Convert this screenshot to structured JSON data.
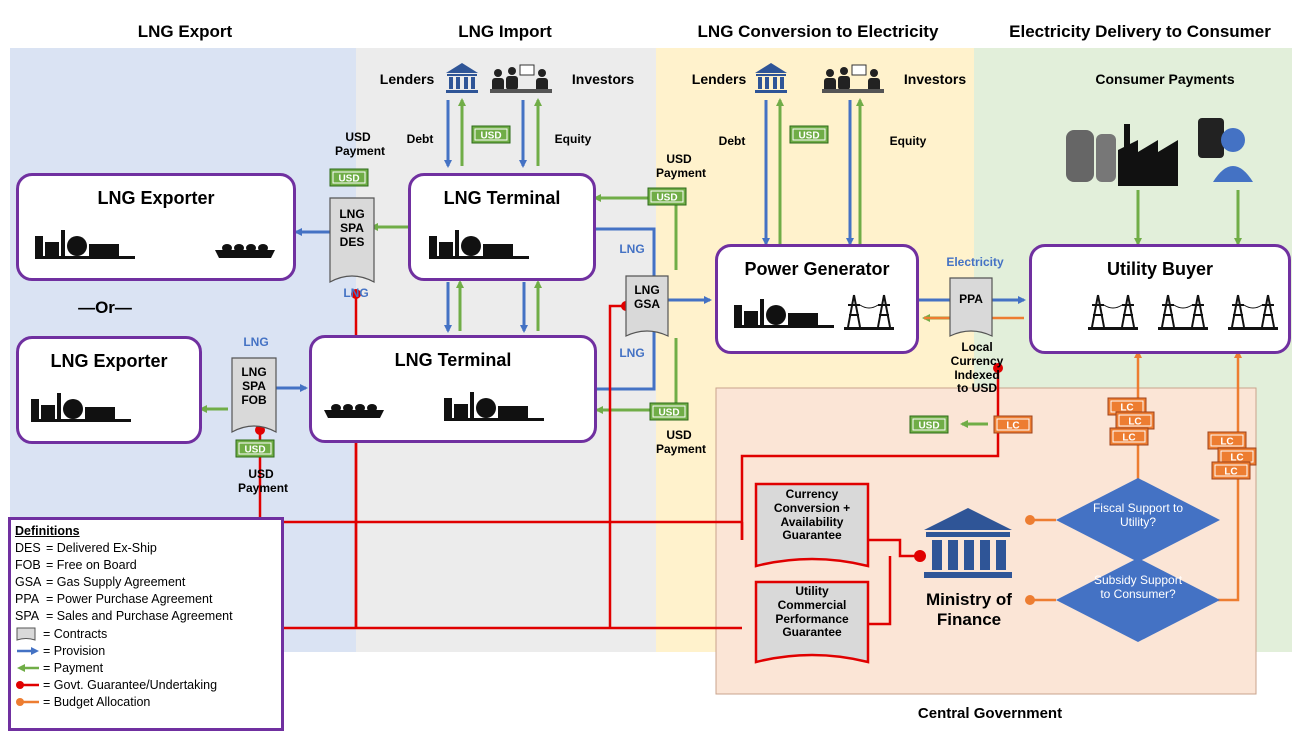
{
  "headers": {
    "export": "LNG Export",
    "import": "LNG Import",
    "conversion": "LNG Conversion to Electricity",
    "delivery": "Electricity Delivery to Consumer"
  },
  "entities": {
    "exporter_top": "LNG Exporter",
    "exporter_bottom": "LNG Exporter",
    "or": "—Or—",
    "terminal_top": "LNG Terminal",
    "terminal_bottom": "LNG Terminal",
    "power_generator": "Power Generator",
    "utility_buyer": "Utility Buyer",
    "ministry": "Ministry of Finance",
    "central_government": "Central Government",
    "consumer_payments": "Consumer Payments"
  },
  "financiers": {
    "lenders_1": "Lenders",
    "investors_1": "Investors",
    "lenders_2": "Lenders",
    "investors_2": "Investors",
    "debt": "Debt",
    "equity": "Equity"
  },
  "documents": {
    "spa_des": "LNG SPA DES",
    "spa_fob": "LNG SPA FOB",
    "gsa": "LNG GSA",
    "ppa": "PPA",
    "currency_guarantee": "Currency Conversion + Availability Guarantee",
    "performance_guarantee": "Utility Commercial Performance Guarantee"
  },
  "flow_labels": {
    "usd_payment": "USD Payment",
    "lng": "LNG",
    "electricity": "Electricity",
    "local_currency": "Local Currency Indexed to USD"
  },
  "decisions": {
    "fiscal": "Fiscal Support to Utility?",
    "subsidy": "Subsidy Support to Consumer?"
  },
  "money": {
    "usd": "USD",
    "lc": "LC"
  },
  "definitions": {
    "title": "Definitions",
    "items": [
      {
        "key": "DES",
        "text": "= Delivered Ex-Ship"
      },
      {
        "key": "FOB",
        "text": "= Free on Board"
      },
      {
        "key": "GSA",
        "text": "= Gas Supply Agreement"
      },
      {
        "key": "PPA",
        "text": "= Power Purchase Agreement"
      },
      {
        "key": "SPA",
        "text": "= Sales and Purchase Agreement"
      }
    ],
    "legend": [
      {
        "symbol": "contract",
        "text": "= Contracts"
      },
      {
        "symbol": "provision",
        "text": "= Provision"
      },
      {
        "symbol": "payment",
        "text": "= Payment"
      },
      {
        "symbol": "guarantee",
        "text": "= Govt. Guarantee/Undertaking"
      },
      {
        "symbol": "budget",
        "text": "= Budget Allocation"
      }
    ]
  },
  "colors": {
    "provision": "#4472c4",
    "payment": "#70ad47",
    "guarantee": "#e00000",
    "budget": "#ed7d31",
    "border": "#7030a0"
  }
}
